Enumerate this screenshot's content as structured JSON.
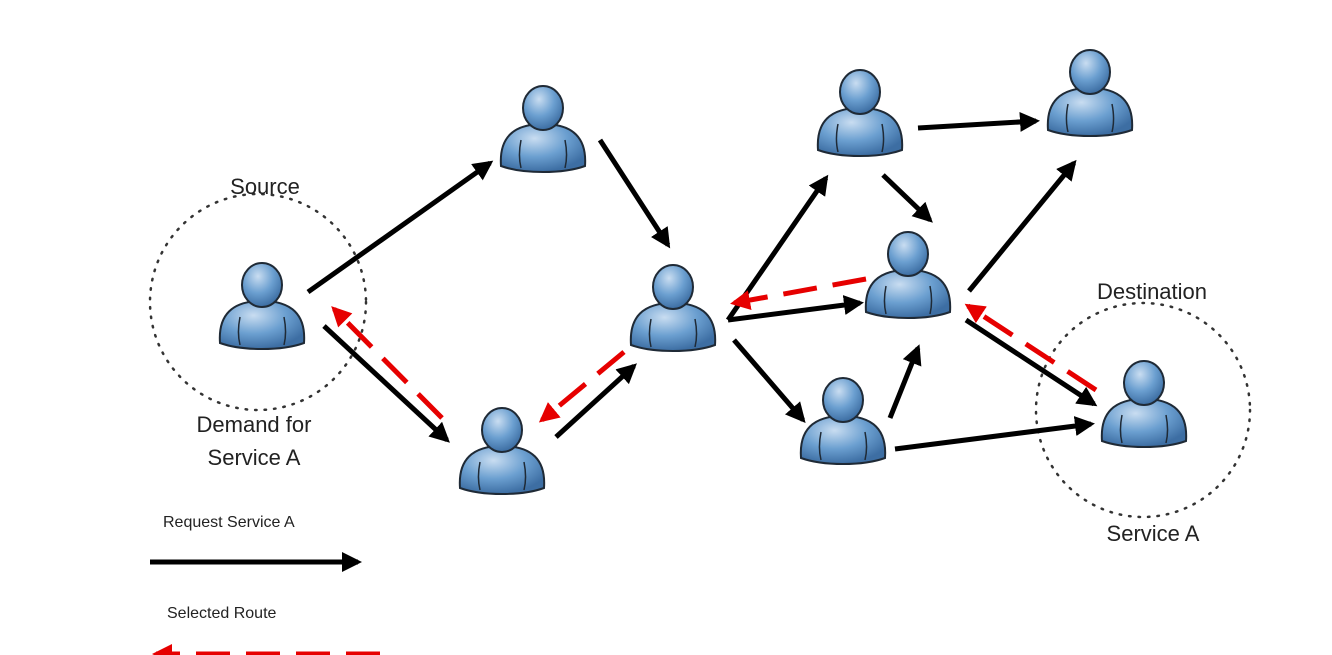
{
  "labels": {
    "source": "Source",
    "destination": "Destination",
    "demand_line1": "Demand for",
    "demand_line2": "Service A",
    "service": "Service A"
  },
  "legend": {
    "request": "Request Service A",
    "selected": "Selected Route"
  },
  "colors": {
    "request_arrow": "#000000",
    "selected_route": "#e60000",
    "node_fill": "#6b9fd0",
    "node_stroke": "#1f2a36"
  },
  "icons": {
    "node": "user-icon"
  }
}
